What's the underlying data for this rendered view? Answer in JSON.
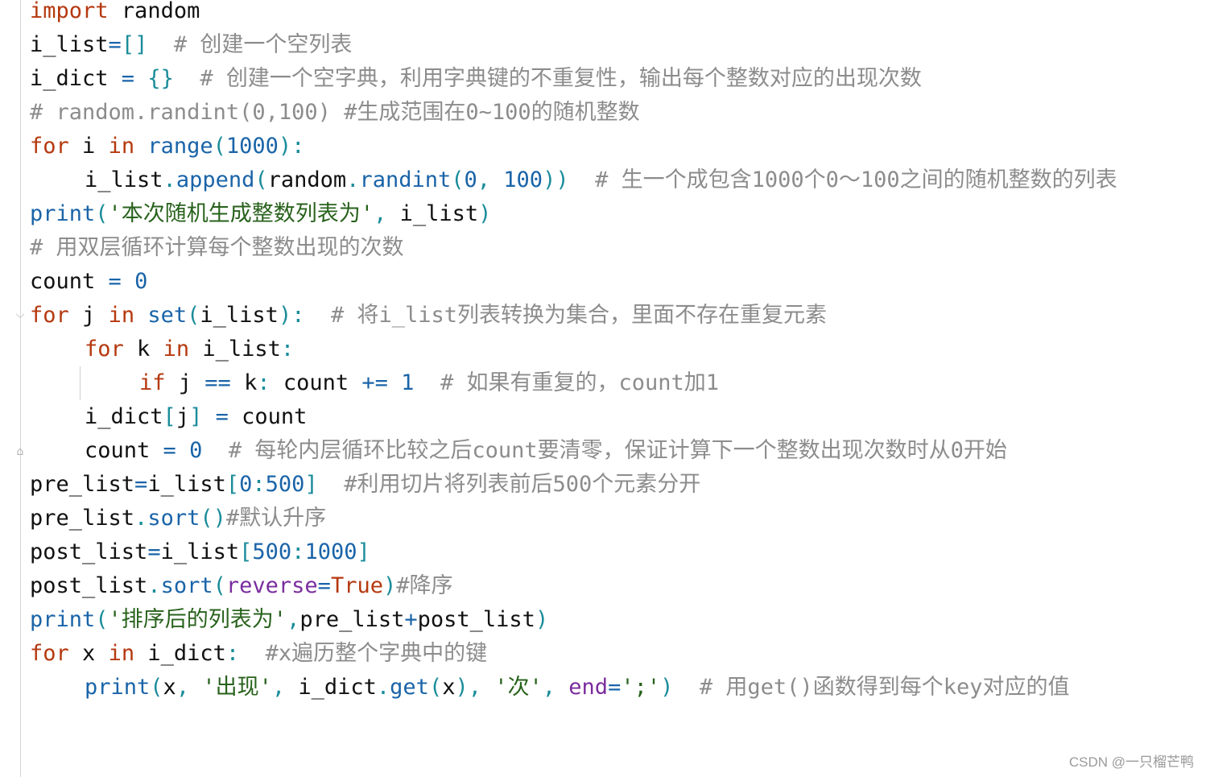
{
  "editor": {
    "lines": [
      {
        "indent": 0,
        "tokens": [
          {
            "t": "import",
            "c": "kw"
          },
          {
            "t": " random",
            "c": "name"
          }
        ]
      },
      {
        "indent": 0,
        "tokens": [
          {
            "t": "i_list",
            "c": "name"
          },
          {
            "t": "=",
            "c": "op"
          },
          {
            "t": "[]",
            "c": "punc"
          },
          {
            "t": "  # 创建一个空列表",
            "c": "cm"
          }
        ]
      },
      {
        "indent": 0,
        "tokens": [
          {
            "t": "i_dict ",
            "c": "name"
          },
          {
            "t": "=",
            "c": "op"
          },
          {
            "t": " ",
            "c": "name"
          },
          {
            "t": "{}",
            "c": "punc"
          },
          {
            "t": "  # 创建一个空字典，利用字典键的不重复性，输出每个整数对应的出现次数",
            "c": "cm"
          }
        ]
      },
      {
        "indent": 0,
        "tokens": [
          {
            "t": "# random.randint(0,100) #生成范围在0~100的随机整数",
            "c": "cm"
          }
        ]
      },
      {
        "indent": 0,
        "tokens": [
          {
            "t": "for",
            "c": "kw"
          },
          {
            "t": " i ",
            "c": "name"
          },
          {
            "t": "in",
            "c": "kw"
          },
          {
            "t": " ",
            "c": "name"
          },
          {
            "t": "range",
            "c": "fn"
          },
          {
            "t": "(",
            "c": "punc"
          },
          {
            "t": "1000",
            "c": "num"
          },
          {
            "t": "):",
            "c": "punc"
          }
        ]
      },
      {
        "indent": 1,
        "tokens": [
          {
            "t": "i_list",
            "c": "name"
          },
          {
            "t": ".",
            "c": "punc"
          },
          {
            "t": "append",
            "c": "fn"
          },
          {
            "t": "(",
            "c": "punc"
          },
          {
            "t": "random",
            "c": "name"
          },
          {
            "t": ".",
            "c": "punc"
          },
          {
            "t": "randint",
            "c": "fn"
          },
          {
            "t": "(",
            "c": "punc"
          },
          {
            "t": "0",
            "c": "num"
          },
          {
            "t": ", ",
            "c": "punc"
          },
          {
            "t": "100",
            "c": "num"
          },
          {
            "t": "))",
            "c": "punc"
          },
          {
            "t": "  # 生一个成包含1000个0～100之间的随机整数的列表",
            "c": "cm"
          }
        ]
      },
      {
        "indent": 0,
        "tokens": [
          {
            "t": "print",
            "c": "fn"
          },
          {
            "t": "(",
            "c": "punc"
          },
          {
            "t": "'本次随机生成整数列表为'",
            "c": "str"
          },
          {
            "t": ", ",
            "c": "punc"
          },
          {
            "t": "i_list",
            "c": "name"
          },
          {
            "t": ")",
            "c": "punc"
          }
        ]
      },
      {
        "indent": 0,
        "tokens": [
          {
            "t": "# 用双层循环计算每个整数出现的次数",
            "c": "cm"
          }
        ]
      },
      {
        "indent": 0,
        "tokens": [
          {
            "t": "count ",
            "c": "name"
          },
          {
            "t": "=",
            "c": "op"
          },
          {
            "t": " ",
            "c": "name"
          },
          {
            "t": "0",
            "c": "num"
          }
        ]
      },
      {
        "indent": 0,
        "tokens": [
          {
            "t": "for",
            "c": "kw"
          },
          {
            "t": " j ",
            "c": "name"
          },
          {
            "t": "in",
            "c": "kw"
          },
          {
            "t": " ",
            "c": "name"
          },
          {
            "t": "set",
            "c": "fn"
          },
          {
            "t": "(",
            "c": "punc"
          },
          {
            "t": "i_list",
            "c": "name"
          },
          {
            "t": "):",
            "c": "punc"
          },
          {
            "t": "  # 将i_list列表转换为集合，里面不存在重复元素",
            "c": "cm"
          }
        ]
      },
      {
        "indent": 1,
        "tokens": [
          {
            "t": "for",
            "c": "kw"
          },
          {
            "t": " k ",
            "c": "name"
          },
          {
            "t": "in",
            "c": "kw"
          },
          {
            "t": " i_list",
            "c": "name"
          },
          {
            "t": ":",
            "c": "punc"
          }
        ]
      },
      {
        "indent": 2,
        "tokens": [
          {
            "t": "if",
            "c": "kw"
          },
          {
            "t": " j ",
            "c": "name"
          },
          {
            "t": "==",
            "c": "op"
          },
          {
            "t": " k",
            "c": "name"
          },
          {
            "t": ":",
            "c": "punc"
          },
          {
            "t": " count ",
            "c": "name"
          },
          {
            "t": "+=",
            "c": "op"
          },
          {
            "t": " ",
            "c": "name"
          },
          {
            "t": "1",
            "c": "num"
          },
          {
            "t": "  # 如果有重复的，count加1",
            "c": "cm"
          }
        ]
      },
      {
        "indent": 1,
        "tokens": [
          {
            "t": "i_dict",
            "c": "name"
          },
          {
            "t": "[",
            "c": "punc"
          },
          {
            "t": "j",
            "c": "name"
          },
          {
            "t": "]",
            "c": "punc"
          },
          {
            "t": " ",
            "c": "name"
          },
          {
            "t": "=",
            "c": "op"
          },
          {
            "t": " count",
            "c": "name"
          }
        ]
      },
      {
        "indent": 1,
        "tokens": [
          {
            "t": "count ",
            "c": "name"
          },
          {
            "t": "=",
            "c": "op"
          },
          {
            "t": " ",
            "c": "name"
          },
          {
            "t": "0",
            "c": "num"
          },
          {
            "t": "  # 每轮内层循环比较之后count要清零，保证计算下一个整数出现次数时从0开始",
            "c": "cm"
          }
        ]
      },
      {
        "indent": 0,
        "tokens": [
          {
            "t": "pre_list",
            "c": "name"
          },
          {
            "t": "=",
            "c": "op"
          },
          {
            "t": "i_list",
            "c": "name"
          },
          {
            "t": "[",
            "c": "punc"
          },
          {
            "t": "0",
            "c": "num"
          },
          {
            "t": ":",
            "c": "punc"
          },
          {
            "t": "500",
            "c": "num"
          },
          {
            "t": "]",
            "c": "punc"
          },
          {
            "t": "  #利用切片将列表前后500个元素分开",
            "c": "cm"
          }
        ]
      },
      {
        "indent": 0,
        "tokens": [
          {
            "t": "pre_list",
            "c": "name"
          },
          {
            "t": ".",
            "c": "punc"
          },
          {
            "t": "sort",
            "c": "fn"
          },
          {
            "t": "()",
            "c": "punc"
          },
          {
            "t": "#默认升序",
            "c": "cm"
          }
        ]
      },
      {
        "indent": 0,
        "tokens": [
          {
            "t": "post_list",
            "c": "name"
          },
          {
            "t": "=",
            "c": "op"
          },
          {
            "t": "i_list",
            "c": "name"
          },
          {
            "t": "[",
            "c": "punc"
          },
          {
            "t": "500",
            "c": "num"
          },
          {
            "t": ":",
            "c": "punc"
          },
          {
            "t": "1000",
            "c": "num"
          },
          {
            "t": "]",
            "c": "punc"
          }
        ]
      },
      {
        "indent": 0,
        "tokens": [
          {
            "t": "post_list",
            "c": "name"
          },
          {
            "t": ".",
            "c": "punc"
          },
          {
            "t": "sort",
            "c": "fn"
          },
          {
            "t": "(",
            "c": "punc"
          },
          {
            "t": "reverse",
            "c": "param"
          },
          {
            "t": "=",
            "c": "op"
          },
          {
            "t": "True",
            "c": "kw"
          },
          {
            "t": ")",
            "c": "punc"
          },
          {
            "t": "#降序",
            "c": "cm"
          }
        ]
      },
      {
        "indent": 0,
        "tokens": [
          {
            "t": "print",
            "c": "fn"
          },
          {
            "t": "(",
            "c": "punc"
          },
          {
            "t": "'排序后的列表为'",
            "c": "str"
          },
          {
            "t": ",",
            "c": "punc"
          },
          {
            "t": "pre_list",
            "c": "name"
          },
          {
            "t": "+",
            "c": "op"
          },
          {
            "t": "post_list",
            "c": "name"
          },
          {
            "t": ")",
            "c": "punc"
          }
        ]
      },
      {
        "indent": 0,
        "tokens": [
          {
            "t": "for",
            "c": "kw"
          },
          {
            "t": " x ",
            "c": "name"
          },
          {
            "t": "in",
            "c": "kw"
          },
          {
            "t": " i_dict",
            "c": "name"
          },
          {
            "t": ":",
            "c": "punc"
          },
          {
            "t": "  #x遍历整个字典中的键",
            "c": "cm"
          }
        ]
      },
      {
        "indent": 1,
        "tokens": [
          {
            "t": "print",
            "c": "fn"
          },
          {
            "t": "(",
            "c": "punc"
          },
          {
            "t": "x",
            "c": "name"
          },
          {
            "t": ", ",
            "c": "punc"
          },
          {
            "t": "'出现'",
            "c": "str"
          },
          {
            "t": ", ",
            "c": "punc"
          },
          {
            "t": "i_dict",
            "c": "name"
          },
          {
            "t": ".",
            "c": "punc"
          },
          {
            "t": "get",
            "c": "fn"
          },
          {
            "t": "(",
            "c": "punc"
          },
          {
            "t": "x",
            "c": "name"
          },
          {
            "t": "), ",
            "c": "punc"
          },
          {
            "t": "'次'",
            "c": "str"
          },
          {
            "t": ", ",
            "c": "punc"
          },
          {
            "t": "end",
            "c": "param"
          },
          {
            "t": "=",
            "c": "op"
          },
          {
            "t": "';'",
            "c": "str"
          },
          {
            "t": ")",
            "c": "punc"
          },
          {
            "t": "  # 用get()函数得到每个key对应的值",
            "c": "cm"
          }
        ]
      }
    ]
  },
  "watermark": "CSDN @一只榴芒鸭"
}
